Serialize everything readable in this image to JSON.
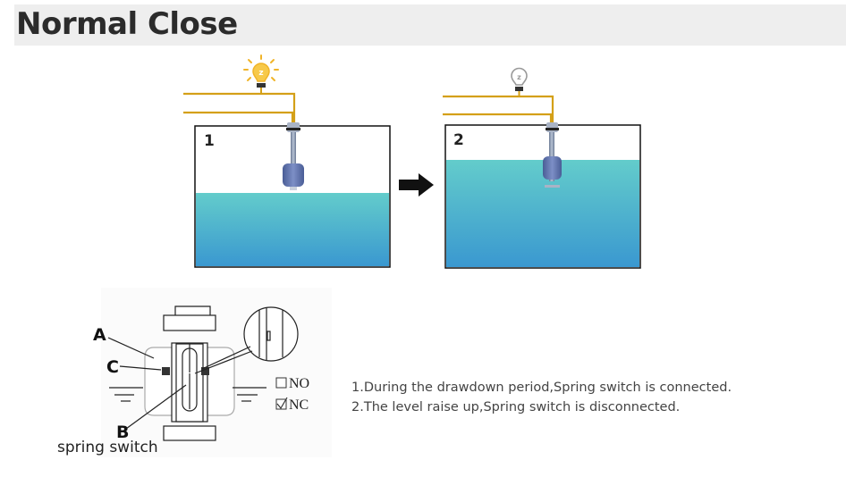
{
  "header": {
    "title": "Normal Close"
  },
  "tanks": [
    {
      "label": "1",
      "lamp_state": "on",
      "water_level": "low"
    },
    {
      "label": "2",
      "lamp_state": "off",
      "water_level": "high"
    }
  ],
  "icons": {
    "lamp_on": "lightbulb-on-icon",
    "lamp_off": "lightbulb-off-icon",
    "arrow": "arrow-right-icon"
  },
  "diagram": {
    "labels": {
      "a": "A",
      "b": "B",
      "c": "C"
    },
    "options": [
      {
        "label": "NO",
        "checked": false
      },
      {
        "label": "NC",
        "checked": true
      }
    ],
    "caption": "spring switch"
  },
  "description": [
    "1.During the drawdown period,Spring switch is connected.",
    "2.The level raise up,Spring switch is disconnected."
  ],
  "colors": {
    "wire": "#d4a018",
    "lamp_on": "#f0b429",
    "lamp_off": "#9a9a9a",
    "water_top": "#63cccb",
    "water_bottom": "#3a98d0",
    "float": "#5a6fa8",
    "title_bg": "#eeeeee"
  }
}
